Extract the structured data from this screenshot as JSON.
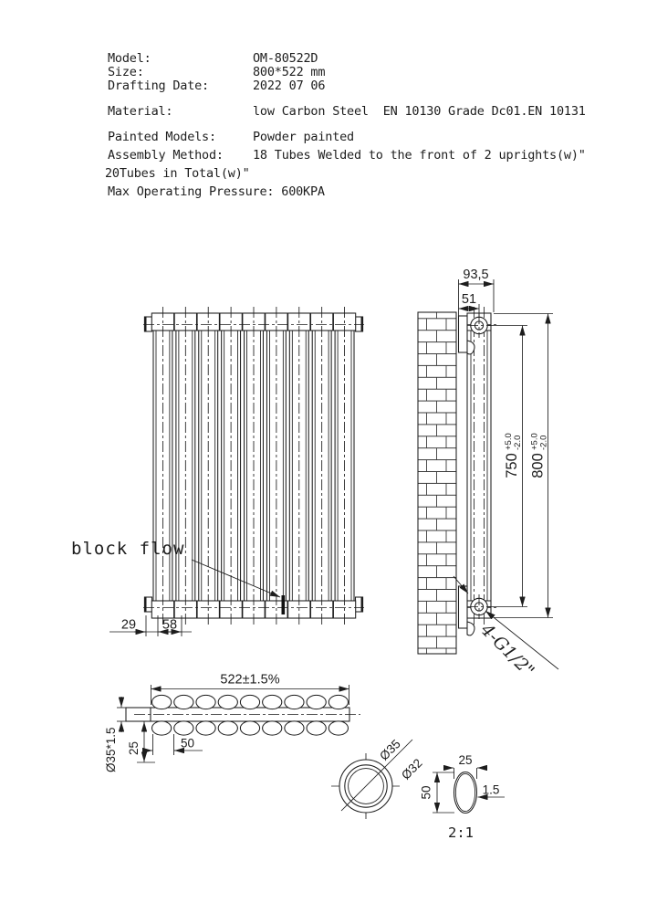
{
  "header": {
    "rows": [
      {
        "label": "Model:",
        "value": "OM-80522D"
      },
      {
        "label": "Size:",
        "value": "800*522 mm"
      },
      {
        "label": "Drafting Date:",
        "value": "2022 07 06"
      },
      {
        "label": "Material:",
        "value": "low Carbon Steel  EN 10130 Grade Dc01.EN 10131"
      },
      {
        "label": "Painted Models:",
        "value": "Powder painted"
      },
      {
        "label": "Assembly Method:",
        "value": "18 Tubes Welded to the front of 2 uprights(w)\""
      }
    ],
    "extra_line": "20Tubes in Total(w)\"",
    "pressure_line": "Max Operating Pressure: 600KPA"
  },
  "front_view": {
    "tube_count": 9,
    "label_block_flow": "block flow",
    "dim_29": "29",
    "dim_58": "58"
  },
  "side_view": {
    "dim_93_5": "93,5",
    "dim_51": "51",
    "dim_750": "750",
    "dim_800": "800",
    "tol_plus": "+5.0",
    "tol_minus": "-2.0",
    "label_fitting": "4-G1/2\""
  },
  "bottom_view": {
    "ovals_per_row": 9,
    "rows": 2,
    "dim_width": "522±1.5%",
    "dim_tube": "Ø35*1.5",
    "dim_25": "25",
    "dim_50": "50"
  },
  "detail_circle": {
    "dia_outer": "Ø35",
    "dia_inner": "Ø32"
  },
  "detail_oval": {
    "dim_width": "25",
    "dim_height": "50",
    "dim_wall": "1.5",
    "scale_label": "2:1"
  },
  "colors": {
    "line": "#1d1d1d",
    "background": "#ffffff"
  }
}
